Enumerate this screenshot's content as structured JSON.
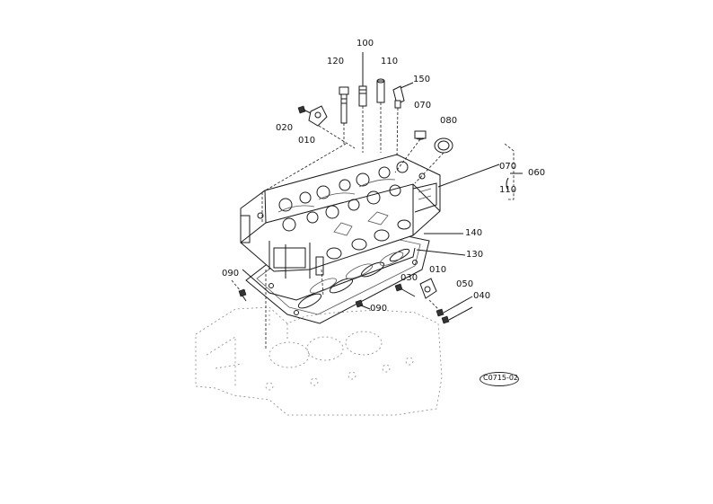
{
  "diagram": {
    "labels": {
      "p100": "100",
      "p120": "120",
      "p110_top": "110",
      "p150": "150",
      "p020": "020",
      "p010_top": "010",
      "p070_top": "070",
      "p080": "080",
      "p070_right": "070",
      "p060": "060",
      "p110_right": "110",
      "p140": "140",
      "p130": "130",
      "p090_left": "090",
      "p010_right": "010",
      "p030": "030",
      "p050": "050",
      "p040": "040",
      "p090_mid": "090"
    },
    "reference_code": "C0715-02"
  }
}
